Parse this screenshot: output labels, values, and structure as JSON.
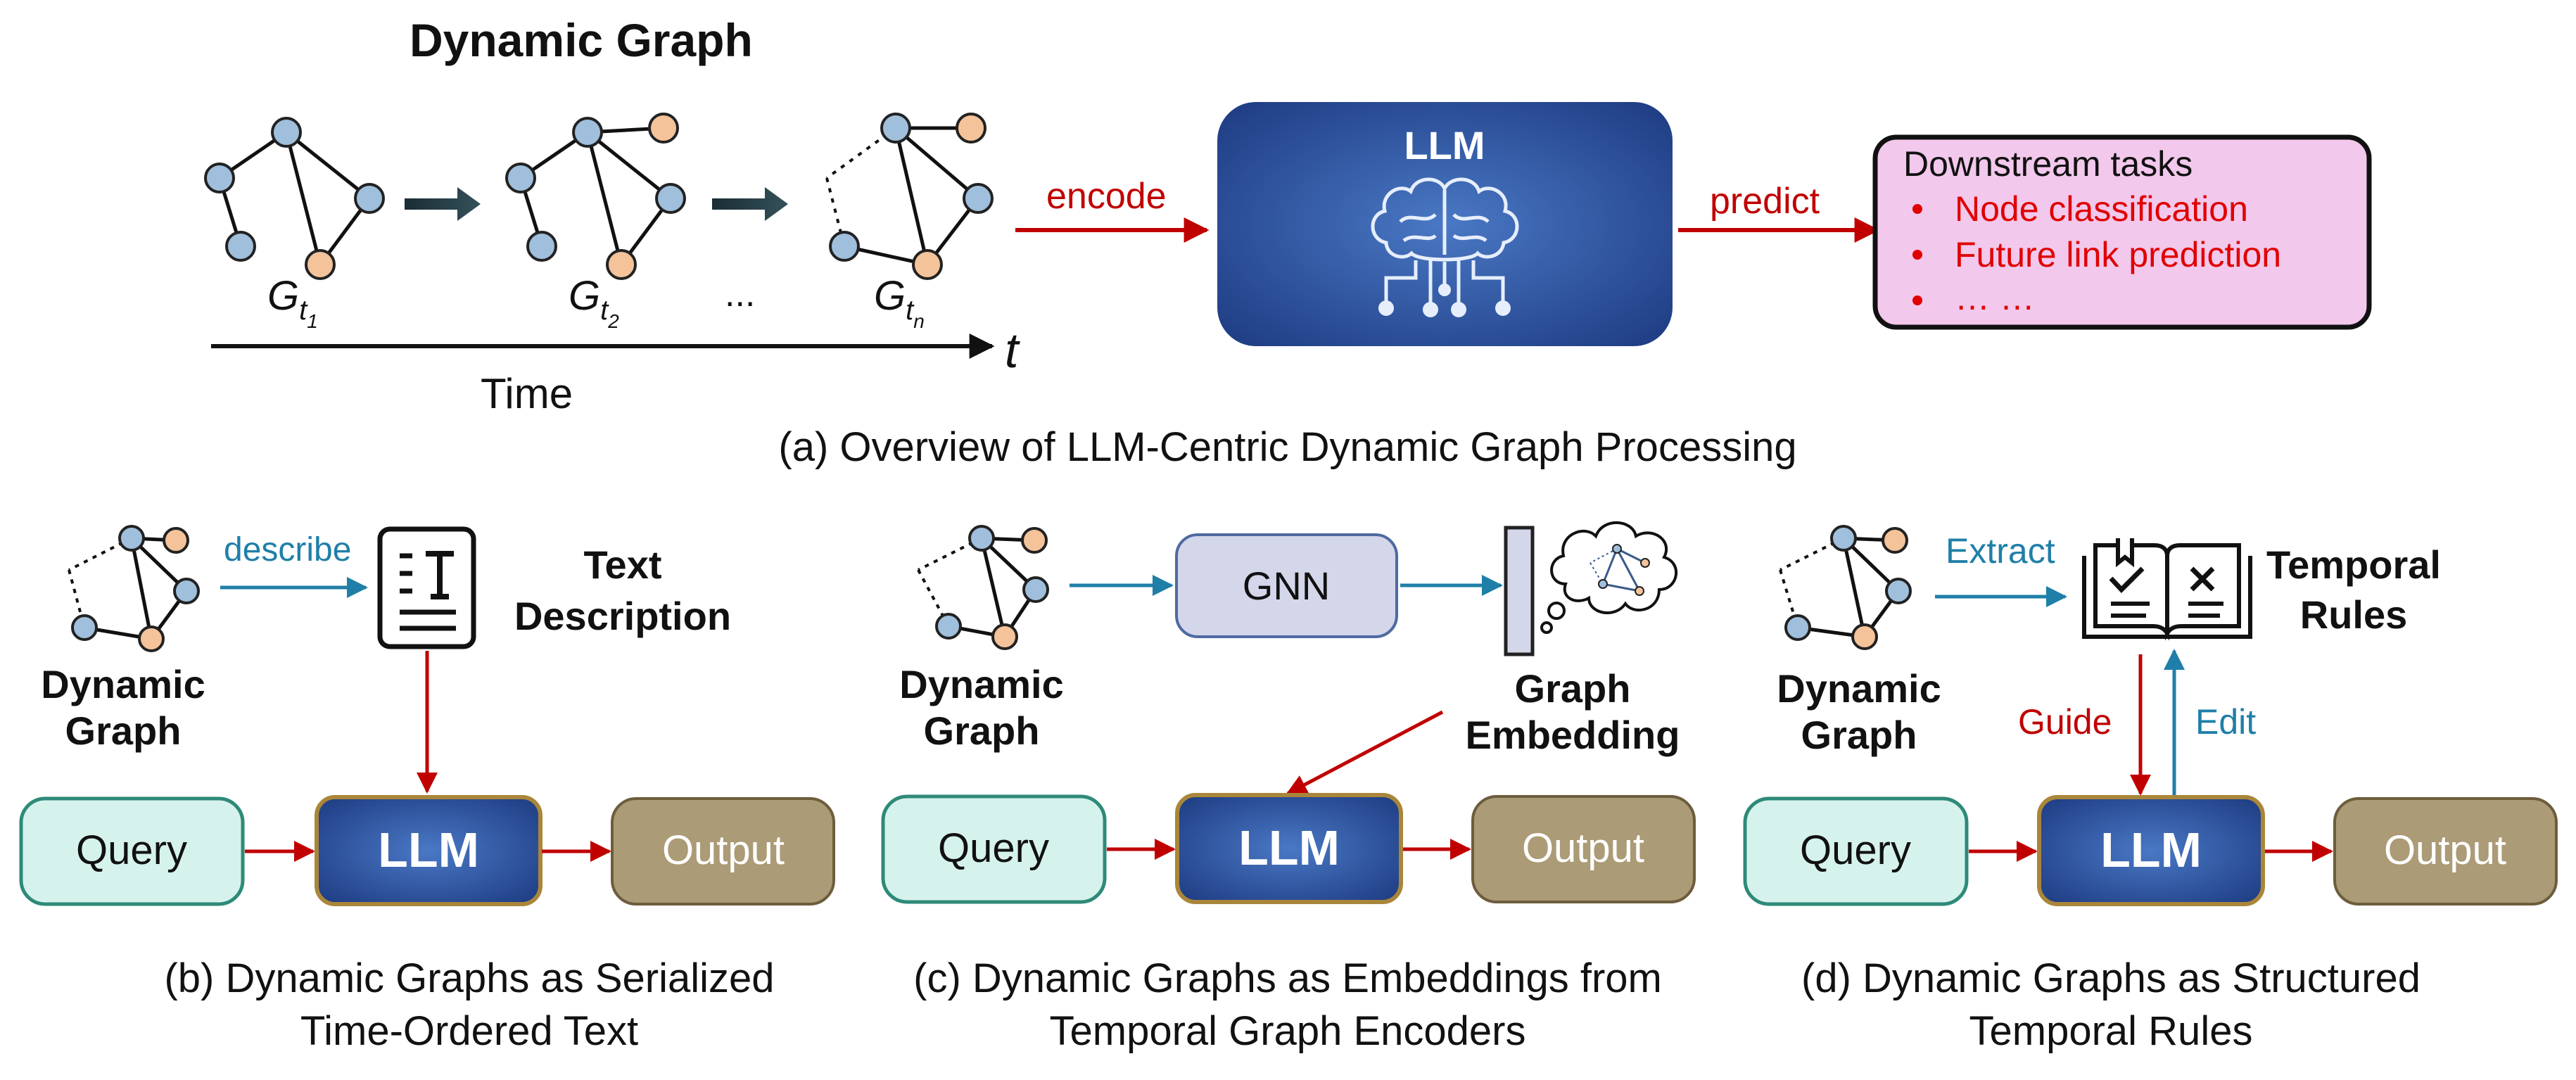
{
  "colors": {
    "red": "#c00000",
    "blue": "#1f7fa8",
    "node_blue": "#9fbfdc",
    "node_orange": "#f5c39a",
    "llm_blue": "#2e5aa8",
    "query_fill": "#d6f2ec",
    "output_fill": "#ab9b76",
    "gnn_fill": "#d4d6ea",
    "tasks_fill": "#f2c8ec"
  },
  "overview": {
    "title": "Dynamic Graph",
    "snapshot_labels": [
      "G",
      "G",
      "G"
    ],
    "snapshot_subs": [
      "t",
      "t",
      "t"
    ],
    "snapshot_subsubs": [
      "1",
      "2",
      "n"
    ],
    "ellipsis": "...",
    "axis_t": "t",
    "time_label": "Time",
    "encode_label": "encode",
    "llm_label": "LLM",
    "predict_label": "predict",
    "tasks_title": "Downstream tasks",
    "tasks": [
      "Node classification",
      "Future link prediction",
      "… …"
    ],
    "caption": "(a) Overview of LLM-Centric Dynamic Graph Processing"
  },
  "panel_b": {
    "graph_label": [
      "Dynamic",
      "Graph"
    ],
    "edge_label": "describe",
    "artifact_label": [
      "Text",
      "Description"
    ],
    "query": "Query",
    "llm": "LLM",
    "output": "Output",
    "caption": [
      "(b) Dynamic Graphs as Serialized",
      "Time-Ordered Text"
    ]
  },
  "panel_c": {
    "graph_label": [
      "Dynamic",
      "Graph"
    ],
    "gnn": "GNN",
    "artifact_label": [
      "Graph",
      "Embedding"
    ],
    "query": "Query",
    "llm": "LLM",
    "output": "Output",
    "caption": [
      "(c) Dynamic Graphs as Embeddings from",
      "Temporal Graph Encoders"
    ]
  },
  "panel_d": {
    "graph_label": [
      "Dynamic",
      "Graph"
    ],
    "edge_label": "Extract",
    "artifact_label": [
      "Temporal",
      "Rules"
    ],
    "guide_label": "Guide",
    "edit_label": "Edit",
    "query": "Query",
    "llm": "LLM",
    "output": "Output",
    "caption": [
      "(d) Dynamic Graphs as Structured",
      "Temporal Rules"
    ]
  }
}
